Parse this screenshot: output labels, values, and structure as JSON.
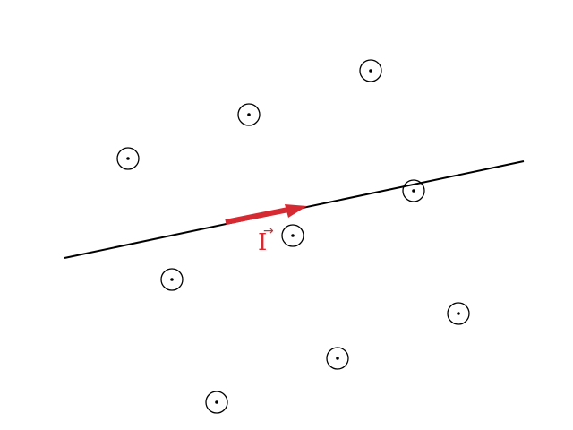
{
  "diagram": {
    "colors": {
      "line": "#000000",
      "vector": "#d62a33",
      "symbol": "#000000"
    },
    "vector_label": "I",
    "vector_label_accent": "→",
    "field_symbol": "out-of-page-dot",
    "field_symbols": [
      {
        "id": "dot-1"
      },
      {
        "id": "dot-2"
      },
      {
        "id": "dot-3"
      },
      {
        "id": "dot-4"
      },
      {
        "id": "dot-5"
      },
      {
        "id": "dot-6"
      },
      {
        "id": "dot-7"
      },
      {
        "id": "dot-8"
      },
      {
        "id": "dot-9"
      },
      {
        "id": "dot-10"
      }
    ]
  }
}
